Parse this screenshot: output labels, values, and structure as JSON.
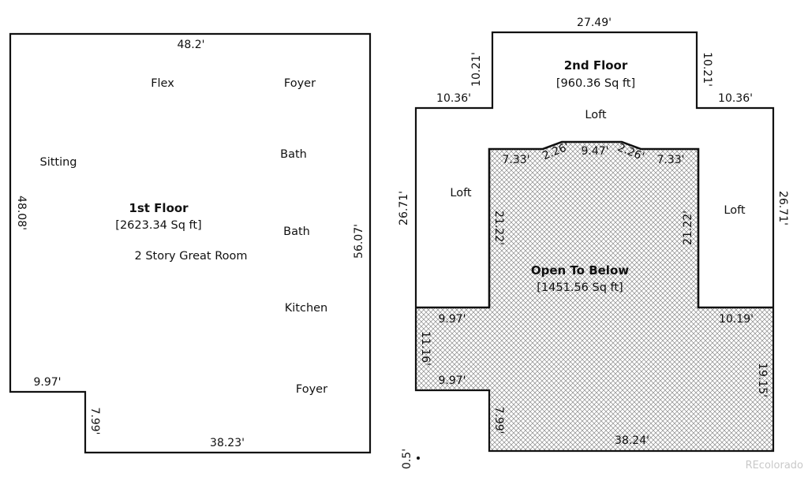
{
  "colors": {
    "wall": "#111111",
    "hatch": "#8a8a8a",
    "watermark": "#c9c9c9"
  },
  "floor1": {
    "title": "1st Floor",
    "area": "[2623.34 Sq ft]",
    "rooms": [
      "Flex",
      "Foyer",
      "Sitting",
      "Bath",
      "Bath",
      "2 Story Great Room",
      "Kitchen",
      "Foyer"
    ],
    "dims": [
      "48.2'",
      "48.08'",
      "56.07'",
      "9.97'",
      "7.99'",
      "38.23'"
    ]
  },
  "floor2": {
    "title": "2nd  Floor",
    "area": "[960.36 Sq ft]",
    "rooms": [
      "Loft",
      "Loft",
      "Loft"
    ],
    "dims": [
      "27.49'",
      "10.21'",
      "10.21'",
      "10.36'",
      "10.36'",
      "26.71'",
      "26.71'",
      "7.33'",
      "2.26'",
      "9.47'",
      "2.26'",
      "7.33'",
      "21.22'",
      "21.22'",
      "9.97'",
      "10.19'",
      "11.16'",
      "9.97'",
      "19.15'",
      "7.99'",
      "38.24'",
      "0.5'"
    ]
  },
  "open_below": {
    "title": "Open To Below",
    "area": "[1451.56 Sq ft]"
  },
  "watermark": "REcolorado"
}
